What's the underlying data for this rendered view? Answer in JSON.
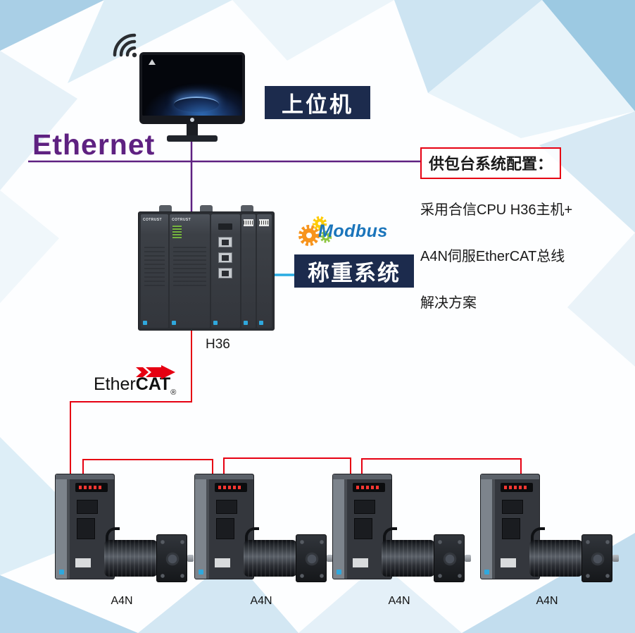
{
  "colors": {
    "ethernet_line": "#5e2181",
    "ethercat_red": "#e60012",
    "weighing_line": "#29abe2",
    "label_bg": "#1c2b4d",
    "modbus_blue": "#1b75bb",
    "gear_orange": "#f7941d",
    "gear_yellow": "#ffcb05",
    "gear_green": "#8dc63f"
  },
  "header": {
    "ethernet_label": "Ethernet",
    "host_label": "上位机"
  },
  "plc": {
    "brand": "COTRUST",
    "model_label": "H36"
  },
  "middleware": {
    "modbus_label": "Modbus",
    "weighing_label": "称重系统"
  },
  "info_panel": {
    "title": "供包台系统配置：",
    "lines": [
      "采用合信CPU H36主机+",
      "A4N伺服EtherCAT总线",
      "解决方案"
    ]
  },
  "fieldbus": {
    "brand_regular": "Ether",
    "brand_bold": "CAT",
    "registered": "®"
  },
  "drives": [
    {
      "label": "A4N"
    },
    {
      "label": "A4N"
    },
    {
      "label": "A4N"
    },
    {
      "label": "A4N"
    }
  ]
}
